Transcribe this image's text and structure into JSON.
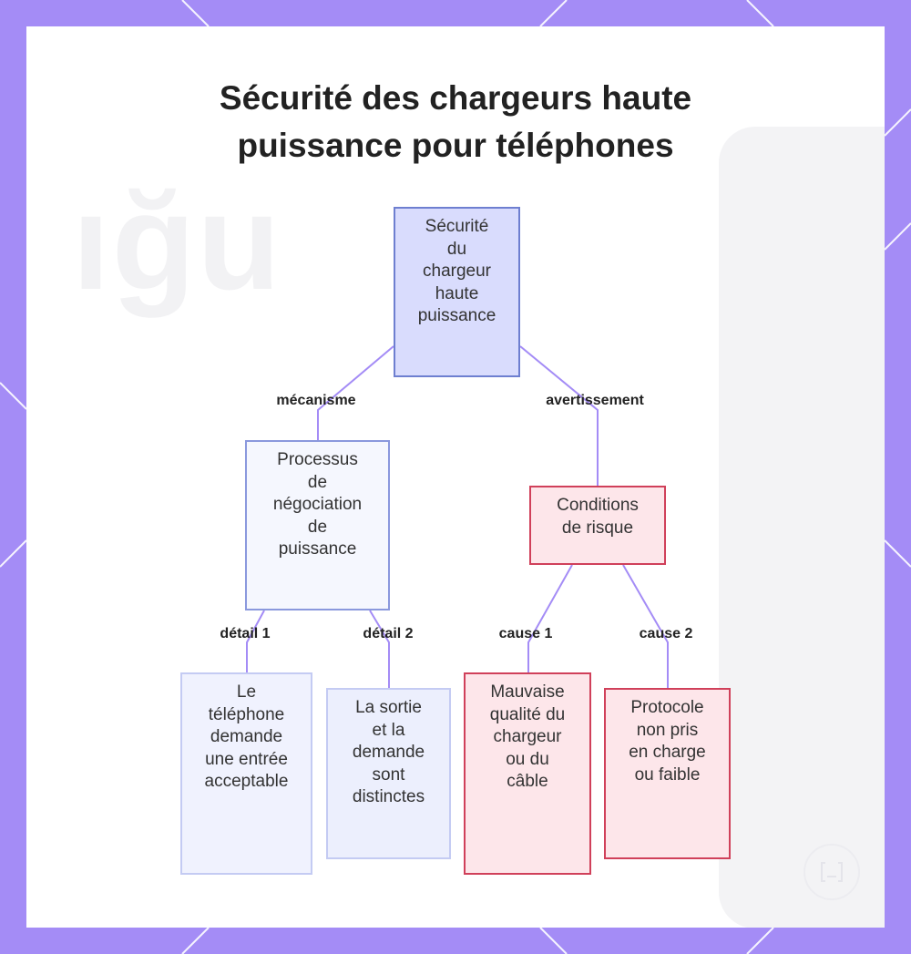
{
  "title": {
    "line1": "Sécurité des chargeurs haute",
    "line2": "puissance pour téléphones"
  },
  "background": {
    "ghost_text": "ığu"
  },
  "colors": {
    "frame": "#a48cf6",
    "edge": "#a48cf6",
    "blue_border": "#6e7fd0",
    "red_border": "#d0405a",
    "root_fill": "#d9dcfd",
    "red_fill": "#fde6ea"
  },
  "nodes": {
    "root": [
      "Sécurité",
      "du",
      "chargeur",
      "haute",
      "puissance"
    ],
    "process": [
      "Processus",
      "de",
      "négociation",
      "de",
      "puissance"
    ],
    "conditions": [
      "Conditions",
      "de risque"
    ],
    "phone": [
      "Le",
      "téléphone",
      "demande",
      "une entrée",
      "acceptable"
    ],
    "output": [
      "La sortie",
      "et la",
      "demande",
      "sont",
      "distinctes"
    ],
    "bad_quality": [
      "Mauvaise",
      "qualité du",
      "chargeur",
      "ou du",
      "câble"
    ],
    "protocol": [
      "Protocole",
      "non pris",
      "en charge",
      "ou faible"
    ]
  },
  "edges": {
    "mechanism": "mécanisme",
    "warning": "avertissement",
    "detail1": "détail 1",
    "detail2": "détail 2",
    "cause1": "cause 1",
    "cause2": "cause 2"
  },
  "logo_icon": "bracket-logo-icon"
}
